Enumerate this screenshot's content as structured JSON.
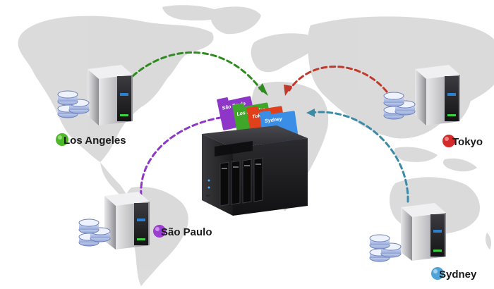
{
  "diagram": {
    "cities": [
      {
        "id": "los-angeles",
        "label": "Los Angeles",
        "dot_color": "#4cb82a",
        "arrow_color": "#2e8b1e"
      },
      {
        "id": "tokyo",
        "label": "Tokyo",
        "dot_color": "#d42a2a",
        "arrow_color": "#c0392b"
      },
      {
        "id": "sao-paulo",
        "label": "São Paulo",
        "dot_color": "#9b3fd3",
        "arrow_color": "#8e36c8"
      },
      {
        "id": "sydney",
        "label": "Sydney",
        "dot_color": "#4fa3d6",
        "arrow_color": "#3b8ba8"
      }
    ],
    "folders": [
      {
        "id": "sao-paulo",
        "label": "São Paulo",
        "color": "#8e36c8"
      },
      {
        "id": "los-angeles",
        "label": "Los Angeles",
        "color": "#3fa62a"
      },
      {
        "id": "tokyo",
        "label": "Tokyo",
        "color": "#e0401c"
      },
      {
        "id": "sydney",
        "label": "Sydney",
        "color": "#3a8ee6"
      }
    ],
    "center_device": {
      "type": "nas",
      "color": "#1f1f22"
    },
    "map_color": "#d9d9d9"
  }
}
